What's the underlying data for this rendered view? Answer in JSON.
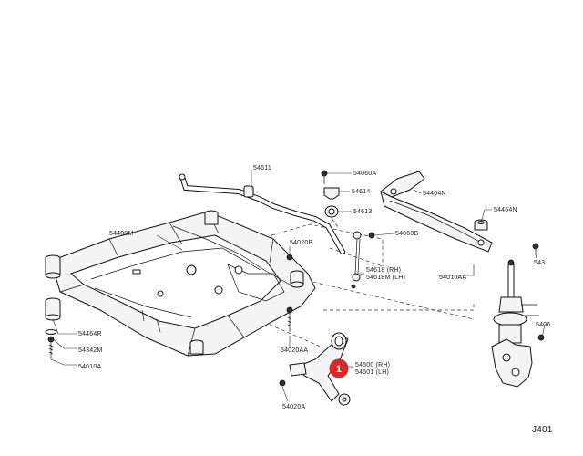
{
  "diagram_code": "J401",
  "callout": {
    "number": "1",
    "color": "#d42a2a"
  },
  "labels": {
    "p54611": "54611",
    "p54060A": "54060A",
    "p54614": "54614",
    "p54613": "54613",
    "p54060B": "54060B",
    "p54404N": "54404N",
    "p54464N": "54464N",
    "p54400M": "54400M",
    "p54020B": "54020B",
    "p54618": "54618 (RH)",
    "p54618M": "54618M (LH)",
    "p54010AA": "54010AA",
    "p54464R": "54464R",
    "p54342M": "54342M",
    "p54010A": "54010A",
    "p54020AA": "54020AA",
    "p54500": "54500 (RH)",
    "p54501": "54501 (LH)",
    "p54020A": "54020A",
    "p543": "543",
    "p5406": "5406"
  }
}
